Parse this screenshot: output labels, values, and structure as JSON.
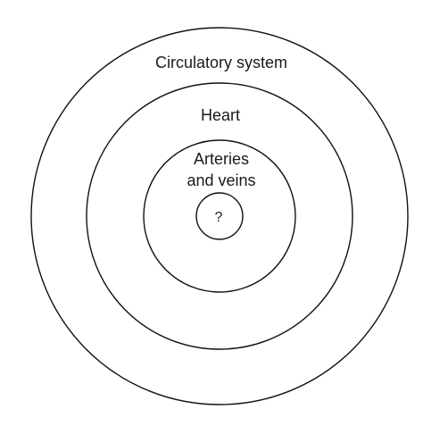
{
  "rings": [
    {
      "label_lines": [
        "Circulatory system"
      ]
    },
    {
      "label_lines": [
        "Heart"
      ]
    },
    {
      "label_lines": [
        "Arteries",
        "and veins"
      ]
    },
    {
      "label_lines": [
        "?"
      ]
    }
  ]
}
